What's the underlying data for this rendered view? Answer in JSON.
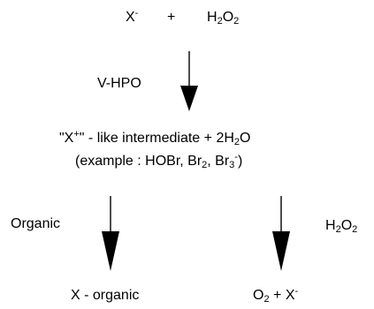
{
  "reactants": {
    "halide": "X",
    "halide_charge": "-",
    "plus": "+",
    "peroxide_h": "H",
    "peroxide_h_sub": "2",
    "peroxide_o": "O",
    "peroxide_o_sub": "2"
  },
  "catalyst_label": "V-HPO",
  "intermediate": {
    "quote_open": "\"X",
    "charge": "+",
    "quote_close": "\"",
    "rest": " - like intermediate + 2H",
    "water_sub": "2",
    "water_o": "O"
  },
  "example": {
    "prefix": "(example : HOBr, Br",
    "br2_sub": "2",
    "sep": ", Br",
    "br3_sub": "3",
    "br3_charge": "-",
    "suffix": ")"
  },
  "left_branch": {
    "label": "Organic",
    "product": "X - organic"
  },
  "right_branch": {
    "label_h": "H",
    "label_h_sub": "2",
    "label_o": "O",
    "label_o_sub": "2",
    "product_o": "O",
    "product_o_sub": "2",
    "product_rest": " + X",
    "product_charge": "-"
  }
}
